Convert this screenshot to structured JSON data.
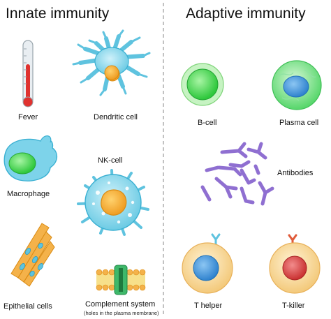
{
  "headings": {
    "left": "Innate immunity",
    "right": "Adaptive immunity"
  },
  "innate": {
    "fever": "Fever",
    "dendritic": "Dendritic cell",
    "macrophage": "Macrophage",
    "nk": "NK-cell",
    "epithelial": "Epithelial cells",
    "complement": "Complement system",
    "complement_note": "(holes in the plasma membrane)"
  },
  "adaptive": {
    "bcell": "B-cell",
    "plasma": "Plasma cell",
    "antibodies": "Antibodies",
    "thelper": "T helper",
    "tkiller": "T-killer"
  },
  "colors": {
    "divider": "#9a9a9a",
    "bcell_fill": "#3ed44a",
    "cyan_cell": "#7dd3ea",
    "nucleus_orange": "#f2a52a",
    "antibody": "#8f6fd1",
    "tcell_body": "#f7d79b",
    "thelper_nucleus": "#3b8ed8",
    "tkiller_nucleus": "#d63b3b",
    "thermometer_red": "#e0322f"
  }
}
